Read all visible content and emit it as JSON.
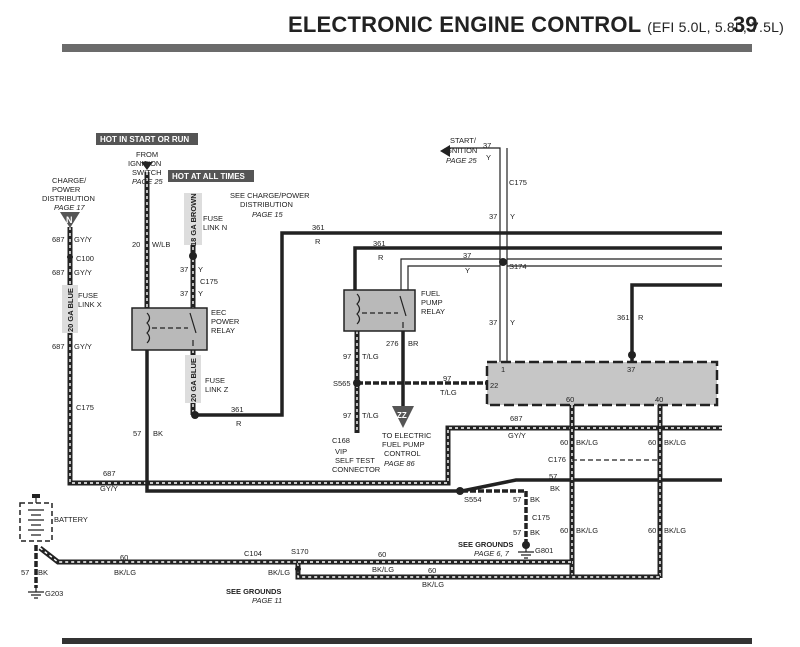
{
  "header": {
    "title": "ELECTRONIC ENGINE CONTROL",
    "subtitle": "(EFI 5.0L, 5.8L, 7.5L)",
    "page_number": "39"
  },
  "tags": {
    "hot_start_run": "HOT IN START OR RUN",
    "hot_all_times": "HOT AT ALL TIMES"
  },
  "refs": {
    "from_ign_1": "FROM",
    "from_ign_2": "IGNITION",
    "from_ign_3": "SWITCH",
    "from_ign_page": "PAGE 25",
    "charge_1": "CHARGE/",
    "charge_2": "POWER",
    "charge_3": "DISTRIBUTION",
    "charge_page": "PAGE 17",
    "see_charge_1": "SEE CHARGE/POWER",
    "see_charge_2": "DISTRIBUTION",
    "see_charge_page": "PAGE 15",
    "start_1": "START/",
    "start_2": "IGNITION",
    "start_page": "PAGE 25",
    "to_fp_1": "TO ELECTRIC",
    "to_fp_2": "FUEL PUMP",
    "to_fp_3": "CONTROL",
    "to_fp_page": "PAGE 86",
    "see_gnd_a": "SEE GROUNDS",
    "see_gnd_a_page": "PAGE 6, 7",
    "see_gnd_b": "SEE GROUNDS",
    "see_gnd_b_page": "PAGE 11"
  },
  "components": {
    "eec_relay_1": "EEC",
    "eec_relay_2": "POWER",
    "eec_relay_3": "RELAY",
    "fp_relay_1": "FUEL",
    "fp_relay_2": "PUMP",
    "fp_relay_3": "RELAY",
    "fuse_n_1": "FUSE",
    "fuse_n_2": "LINK N",
    "fuse_x_1": "FUSE",
    "fuse_x_2": "LINK X",
    "fuse_z_1": "FUSE",
    "fuse_z_2": "LINK Z",
    "fuse_n_wire": "18 GA BROWN",
    "fuse_x_wire": "20 GA BLUE",
    "fuse_z_wire": "20 GA BLUE",
    "battery": "BATTERY",
    "vip_1": "VIP",
    "vip_2": "SELF TEST",
    "vip_3": "CONNECTOR",
    "n_symbol": "N",
    "zz_symbol": "ZZ"
  },
  "connectors": {
    "c100": "C100",
    "c175a": "C175",
    "c175b": "C175",
    "c175c": "C175",
    "c175d": "C175",
    "c176": "C176",
    "c104": "C104",
    "c168": "C168",
    "s174": "S174",
    "s565": "S565",
    "s554": "S554",
    "s170": "S170",
    "g801": "G801",
    "g203": "G203"
  },
  "pins": {
    "p1": "1",
    "p37": "37",
    "p22": "22",
    "p60": "60",
    "p40": "40"
  },
  "wires": {
    "w687_1": "687",
    "w687_gyy_1": "GY/Y",
    "w687_2": "687",
    "w687_gyy_2": "GY/Y",
    "w687_3": "687",
    "w687_gyy_3": "GY/Y",
    "w687_4": "687",
    "w687_gyy_4": "GY/Y",
    "w687_5": "687",
    "w687_gyy_5": "GY/Y",
    "w20": "20",
    "w20_c": "W/LB",
    "w37_1": "37",
    "w37_1c": "Y",
    "w37_2": "37",
    "w37_2c": "Y",
    "w37_3": "37",
    "w37_3c": "Y",
    "w37_4": "37",
    "w37_4c": "Y",
    "w37_5": "37",
    "w37_5c": "Y",
    "w37_6": "37",
    "w37_6c": "Y",
    "w361_1": "361",
    "w361_1c": "R",
    "w361_2": "361",
    "w361_2c": "R",
    "w361_3": "361",
    "w361_3c": "R",
    "w361_4": "361",
    "w361_4c": "R",
    "w57_1": "57",
    "w57_1c": "BK",
    "w57_2": "57",
    "w57_2c": "BK",
    "w57_3": "57",
    "w57_3c": "BK",
    "w57_4": "57",
    "w57_4c": "BK",
    "w57_5": "57",
    "w57_5c": "BK",
    "w97_1": "97",
    "w97_1c": "T/LG",
    "w97_2": "97",
    "w97_2c": "T/LG",
    "w97_3": "97",
    "w97_3c": "T/LG",
    "w276": "276",
    "w276c": "BR",
    "w60_1": "60",
    "w60_1c": "BK/LG",
    "w60_2": "60",
    "w60_2c": "BK/LG",
    "w60_3": "60",
    "w60_3c": "BK/LG",
    "w60_4": "60",
    "w60_4c": "BK/LG",
    "w60_5": "60",
    "w60_5c": "BK/LG",
    "w60_6": "60",
    "w60_6c": "BK/LG",
    "w60_7": "60",
    "w60_7c": "BK/LG"
  }
}
